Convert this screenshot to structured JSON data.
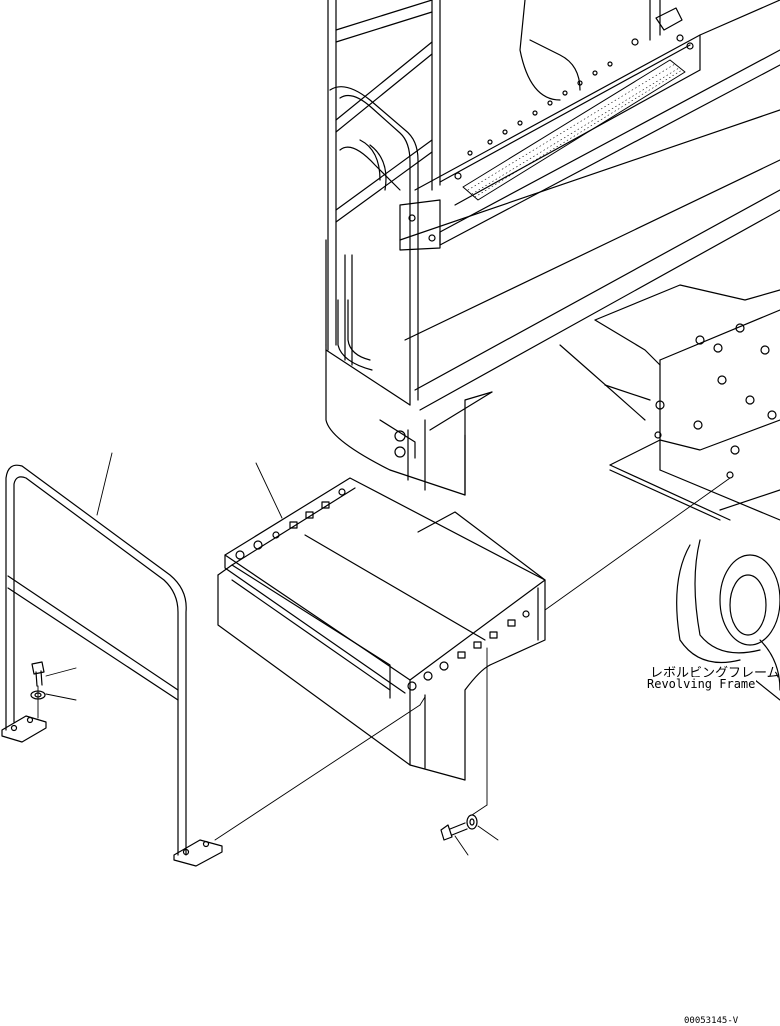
{
  "labels": {
    "revolving_frame_jp": "レボルビングフレーム",
    "revolving_frame_en": "Revolving Frame",
    "drawing_code": "00053145-V"
  }
}
